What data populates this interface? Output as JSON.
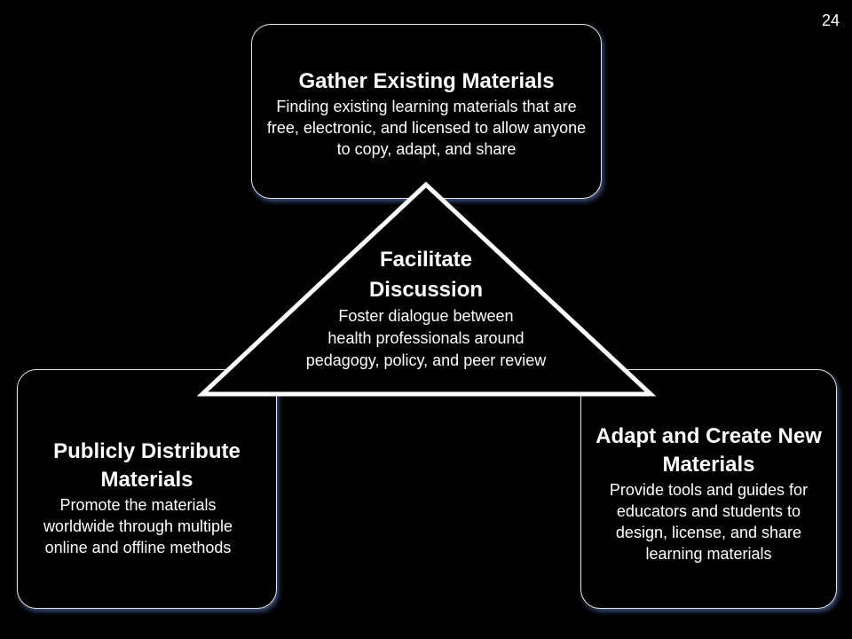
{
  "slide_number": "24",
  "top_box": {
    "title": "Gather Existing Materials",
    "description": "Finding existing learning materials that are free, electronic, and licensed to allow anyone to copy, adapt, and share"
  },
  "left_box": {
    "title": "Publicly Distribute Materials",
    "description": "Promote the materials worldwide through multiple online and offline methods"
  },
  "right_box": {
    "title": "Adapt and Create New Materials",
    "description": "Provide tools and guides for educators and students to design, license, and share learning materials"
  },
  "center_triangle": {
    "title": "Facilitate\nDiscussion",
    "description": "Foster dialogue between\nhealth professionals around\npedagogy, policy, and peer review"
  },
  "colors": {
    "background": "#000000",
    "text": "#ffffff",
    "box_border": "#e6e6e6",
    "box_glow": "#6e96e6"
  }
}
